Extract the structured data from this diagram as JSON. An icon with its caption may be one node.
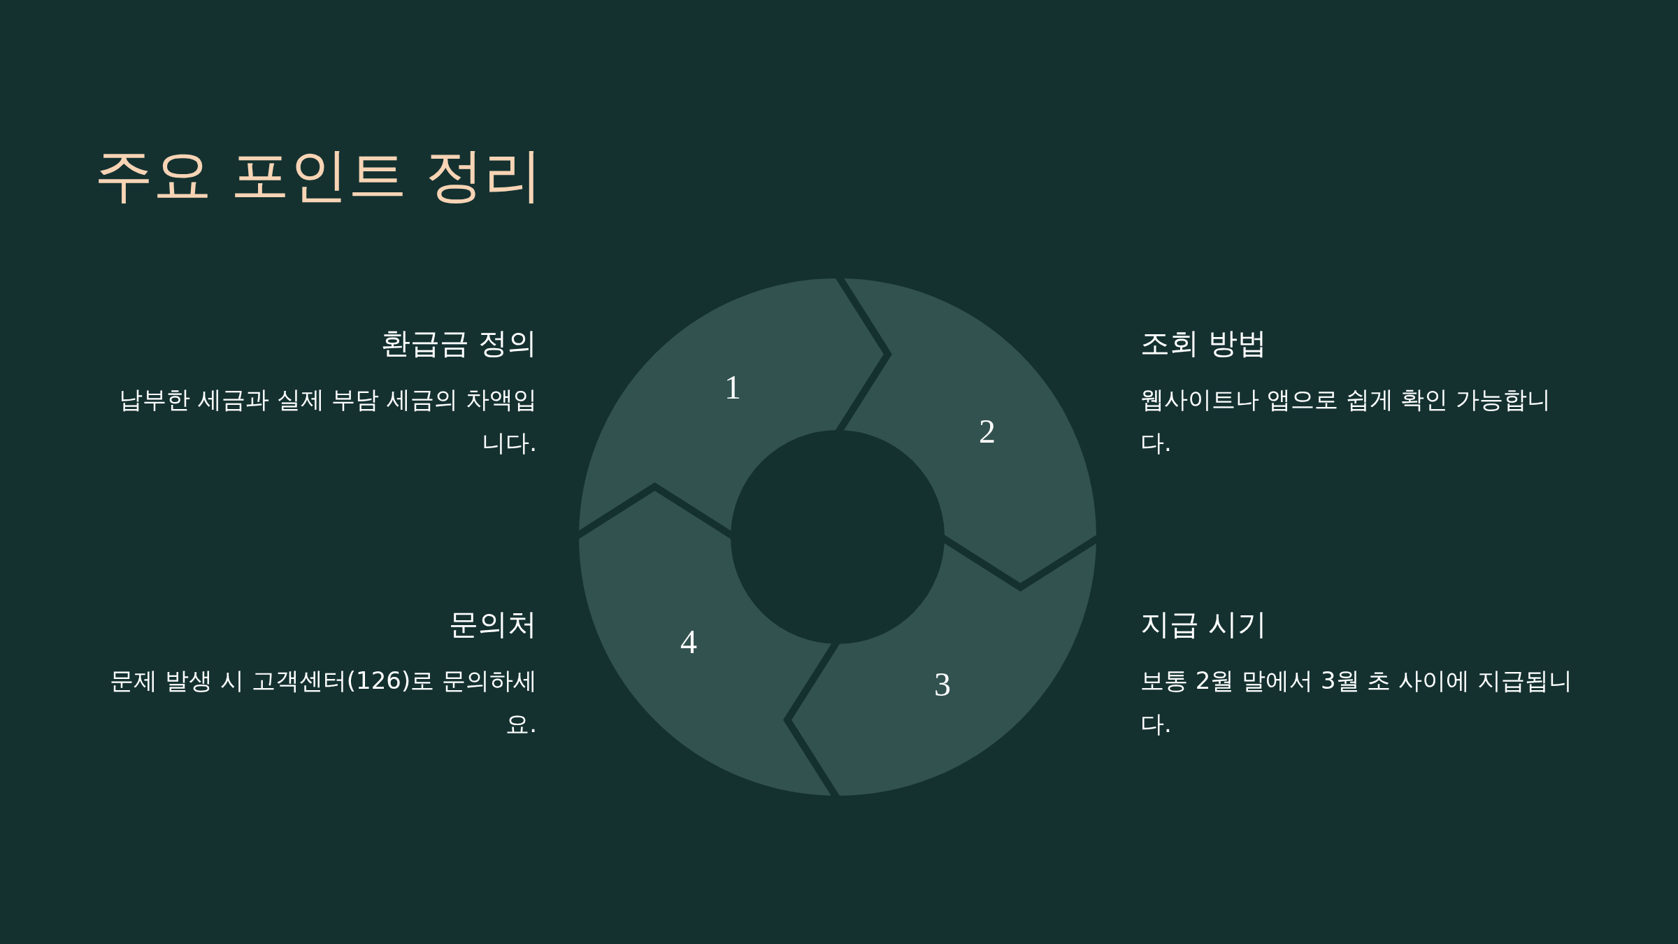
{
  "diagram": {
    "title": "주요 포인트 정리",
    "nodes": [
      {
        "text": [
          "1"
        ],
        "beside": [
          "환급금 정의",
          "납부한 세금과 실제 부담 세금의 차액입니다."
        ]
      },
      {
        "text": [
          "2"
        ],
        "beside": [
          "조회 방법",
          "웹사이트나 앱으로 쉽게 확인 가능합니다."
        ]
      },
      {
        "text": [
          "3"
        ],
        "beside": [
          "지급 시기",
          "보통 2월 말에서 3월 초 사이에 지급됩니다."
        ]
      },
      {
        "text": [
          "4"
        ],
        "beside": [
          "문의처",
          "문제 발생 시 고객센터(126)로 문의하세요."
        ]
      }
    ]
  }
}
